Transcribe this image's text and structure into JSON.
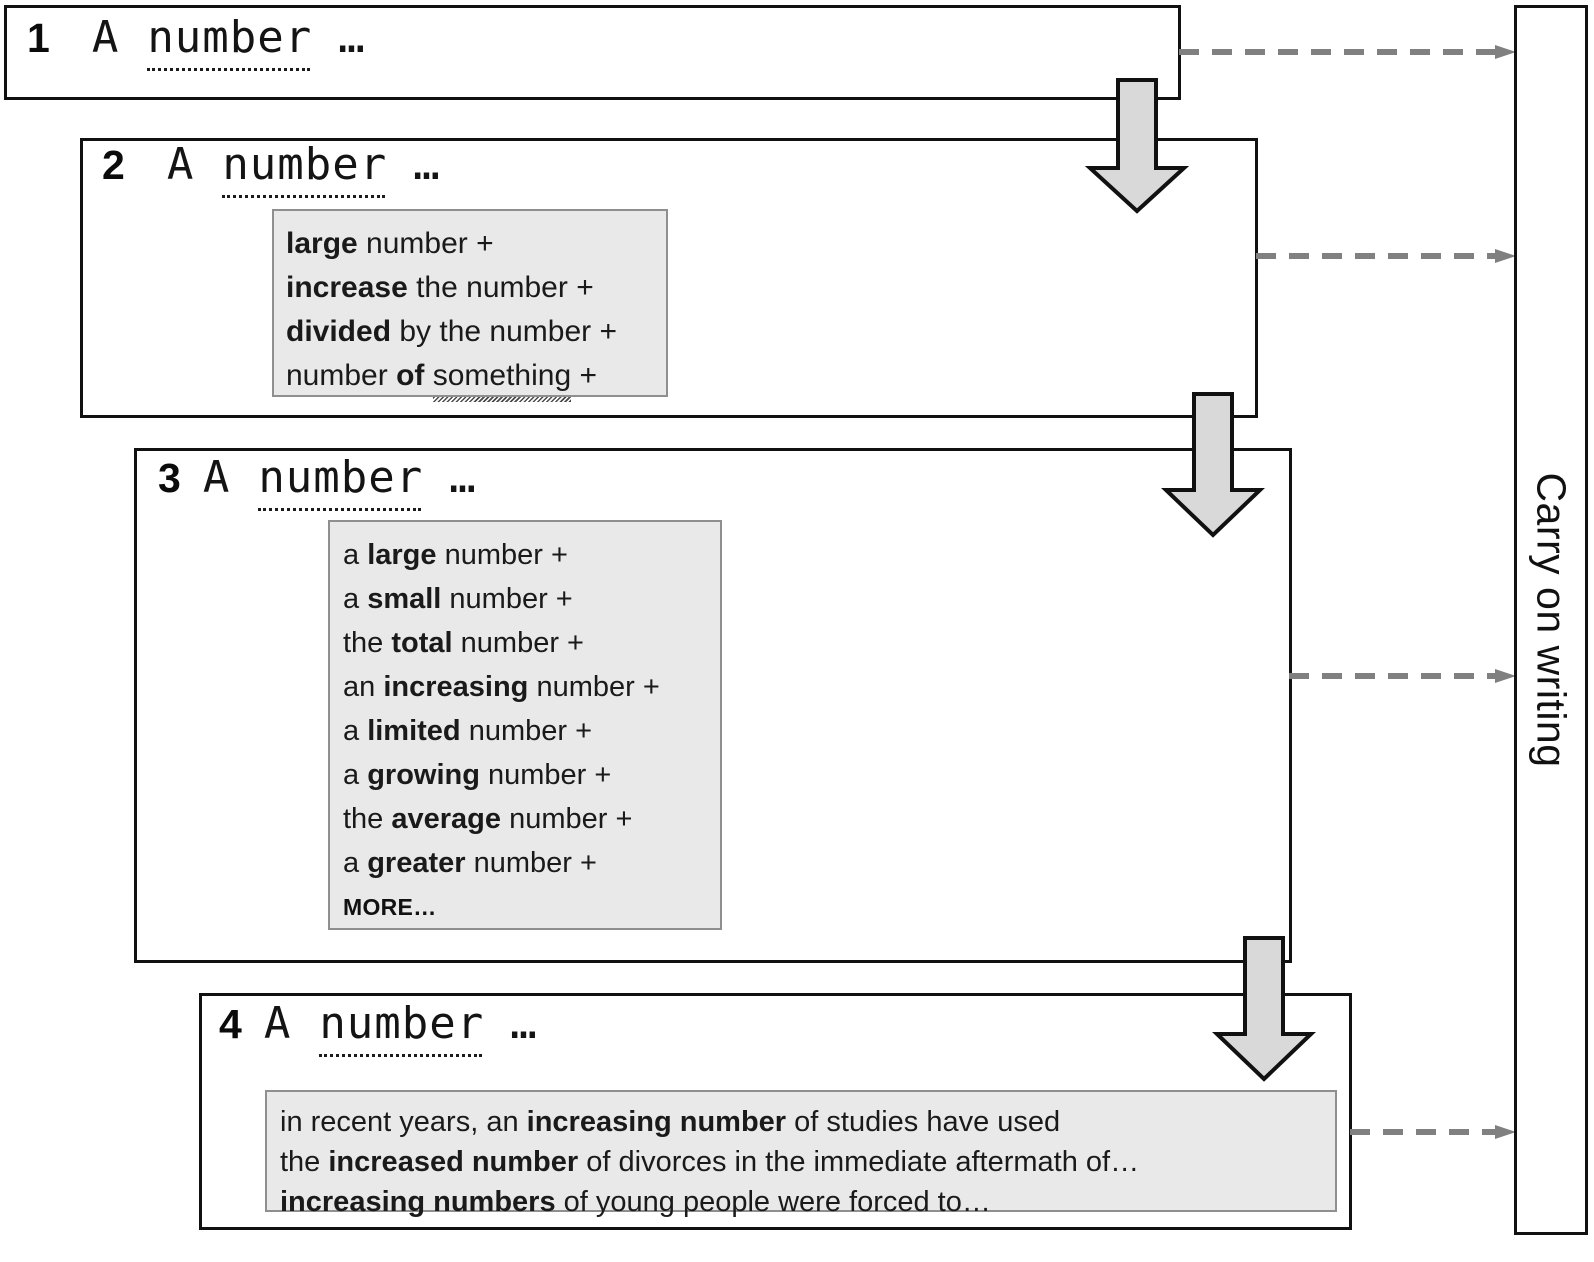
{
  "diagram": {
    "title": "Writing-assistant suggestion cascade",
    "colors": {
      "box_border": "#111111",
      "suggest_fill": "#e9e9e9",
      "suggest_border": "#8f8f8f",
      "arrow_fill": "#d9d9d9",
      "arrow_stroke": "#111111",
      "dashed": "#808080"
    },
    "stages": [
      {
        "number": "1",
        "prefix": "A",
        "keyword": "number",
        "ellipsis": "…",
        "suggestions": []
      },
      {
        "number": "2",
        "prefix": "A",
        "keyword": "number",
        "ellipsis": "…",
        "suggestions": [
          {
            "bold_lead": "large",
            "rest": " number +"
          },
          {
            "bold_lead": "increase",
            "rest": " the number +"
          },
          {
            "bold_lead": "divided",
            "rest": " by the number +"
          },
          {
            "pre": "number ",
            "bold_mid": "of",
            "squiggly": "something",
            "tail": " +"
          }
        ]
      },
      {
        "number": "3",
        "prefix": "A",
        "keyword": "number",
        "ellipsis": "…",
        "suggestions": [
          {
            "pre": "a ",
            "bold": "large",
            "post": " number +"
          },
          {
            "pre": "a ",
            "bold": "small",
            "post": " number +"
          },
          {
            "pre": "the ",
            "bold": "total",
            "post": " number +"
          },
          {
            "pre": "an ",
            "bold": "increasing",
            "post": " number +"
          },
          {
            "pre": "a ",
            "bold": "limited",
            "post": " number +"
          },
          {
            "pre": "a ",
            "bold": "growing",
            "post": " number +"
          },
          {
            "pre": "the ",
            "bold": "average",
            "post": " number +"
          },
          {
            "pre": "a ",
            "bold": "greater",
            "post": " number +"
          }
        ],
        "more_label": "MORE…"
      },
      {
        "number": "4",
        "prefix": "A",
        "keyword": "number",
        "ellipsis": "…",
        "suggestions": [
          {
            "pre": "in recent years, an ",
            "bold": "increasing number",
            "post": " of studies have used"
          },
          {
            "pre": "the ",
            "bold": "increased number",
            "post": " of divorces in the immediate aftermath of…"
          },
          {
            "pre": " ",
            "bold": "increasing numbers",
            "post": " of young people were forced to…"
          }
        ]
      }
    ],
    "carry_panel": {
      "label": "Carry on writing"
    }
  }
}
